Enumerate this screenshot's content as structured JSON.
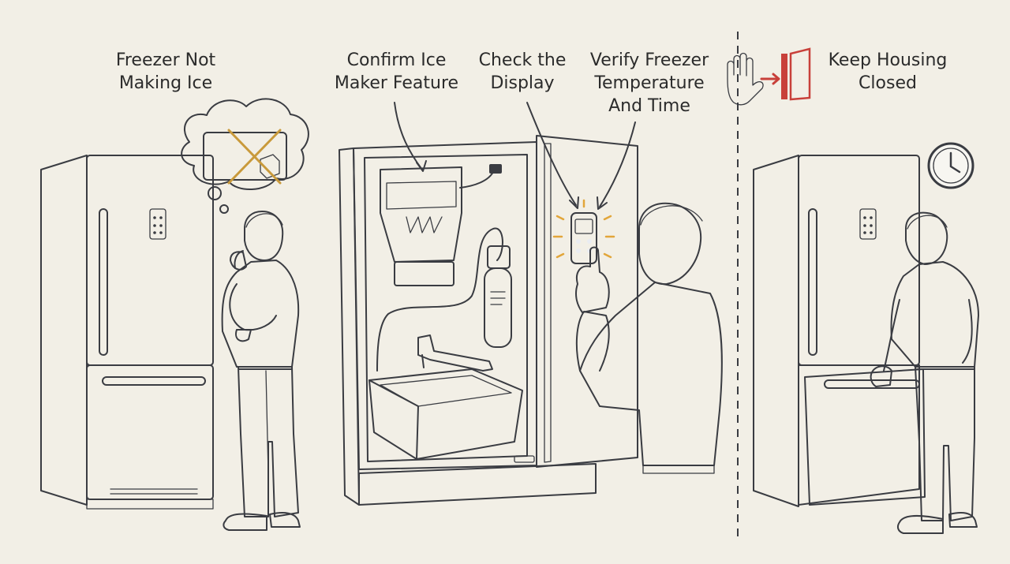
{
  "steps": [
    {
      "id": "step-1",
      "title": "Freezer Not\nMaking Ice"
    },
    {
      "id": "step-2",
      "title": "Confirm Ice\nMaker Feature"
    },
    {
      "id": "step-3",
      "title": "Check the\nDisplay"
    },
    {
      "id": "step-4",
      "title": "Verify Freezer\nTemperature\nAnd Time"
    },
    {
      "id": "step-5",
      "title": "Keep Housing\nClosed"
    }
  ],
  "icons": [
    "thought-bubble-icon",
    "no-ice-cross-icon",
    "stop-hand-icon",
    "exit-door-icon",
    "clock-icon",
    "control-display-icon"
  ],
  "colors": {
    "background": "#f2efe6",
    "appliance": "#e9ebef",
    "appliance_shadow": "#c9cdd6",
    "glove": "#5d6f92",
    "warning_red": "#c8403a",
    "accent_amber": "#e2a63a",
    "bracket_gold": "#c99a3b",
    "ink": "#3a3c42"
  }
}
